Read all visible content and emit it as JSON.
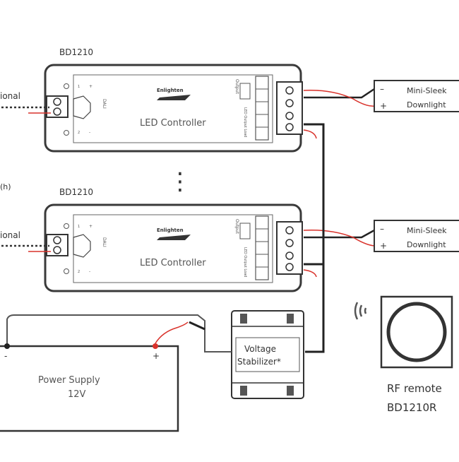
{
  "controllers": [
    {
      "model": "BD1210",
      "signal_label": "ional",
      "left_in_label": "DALI",
      "left_marks": [
        "1",
        "2",
        "+",
        "-"
      ],
      "product_name": "LED Controller",
      "brand": "Enlighten",
      "right_terminal_label": "Output",
      "right_small_label": "LED Output Load"
    },
    {
      "model": "BD1210",
      "signal_label": "ional",
      "left_in_label": "DALI",
      "left_marks": [
        "1",
        "2",
        "+",
        "-"
      ],
      "product_name": "LED Controller",
      "brand": "Enlighten",
      "right_terminal_label": "Output",
      "right_small_label": "LED Output Load"
    }
  ],
  "side_note": "(h)",
  "ellipsis": "⋮",
  "downlights": [
    {
      "label_line1": "Mini-Sleek",
      "label_line2": "Downlight",
      "minus": "–",
      "plus": "+"
    },
    {
      "label_line1": "Mini-Sleek",
      "label_line2": "Downlight",
      "minus": "–",
      "plus": "+"
    }
  ],
  "stabilizer": {
    "line1": "Voltage",
    "line2": "Stabilizer*"
  },
  "power_supply": {
    "line1": "Power Supply",
    "line2": "12V",
    "minus": "-",
    "plus": "+"
  },
  "remote": {
    "line1": "RF remote",
    "line2": "BD1210R"
  },
  "colors": {
    "wire_dark": "#222222",
    "wire_red": "#d9322b",
    "outline": "#3a3a3a",
    "panel": "#ffffff"
  }
}
